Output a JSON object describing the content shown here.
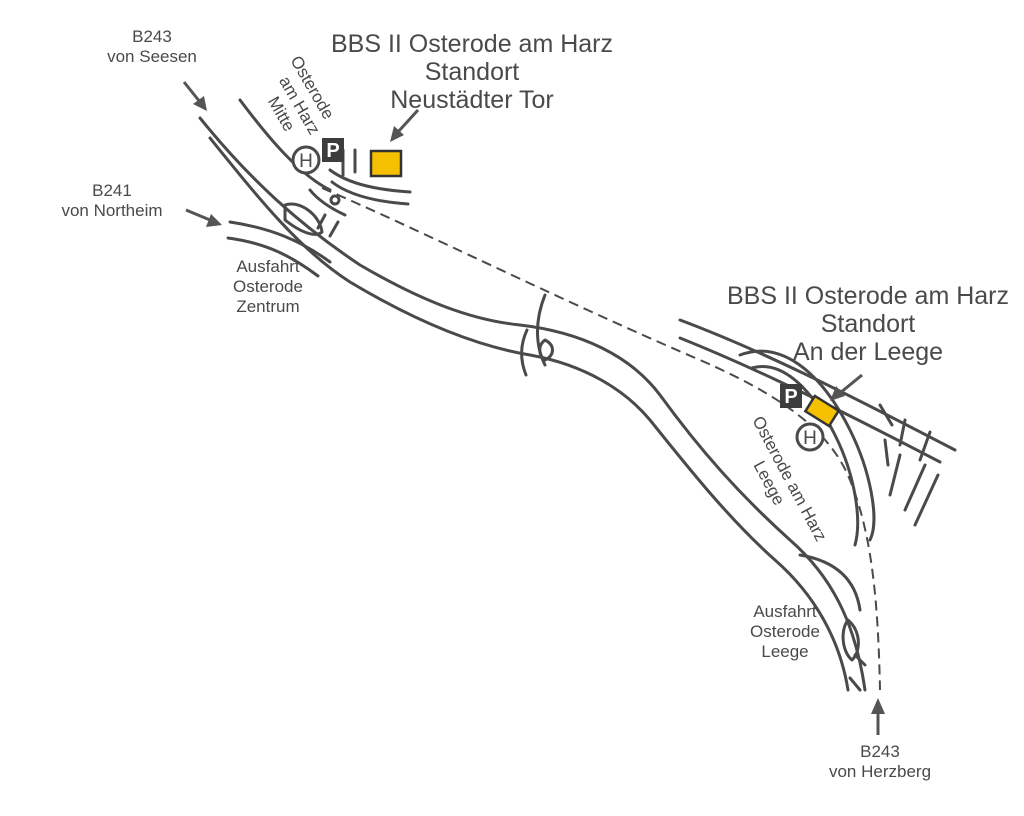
{
  "map": {
    "campus_neustadt": {
      "line1": "BBS II Osterode am Harz",
      "line2": "Standort",
      "line3": "Neustädter Tor"
    },
    "campus_leege": {
      "line1": "BBS II Osterode am Harz",
      "line2": "Standort",
      "line3": "An der Leege"
    },
    "road_b243_seesen": {
      "line1": "B243",
      "line2": "von Seesen"
    },
    "road_b241_northeim": {
      "line1": "B241",
      "line2": "von Northeim"
    },
    "road_b243_herzberg": {
      "line1": "B243",
      "line2": "von Herzberg"
    },
    "exit_zentrum": {
      "line1": "Ausfahrt",
      "line2": "Osterode",
      "line3": "Zentrum"
    },
    "exit_leege": {
      "line1": "Ausfahrt",
      "line2": "Osterode",
      "line3": "Leege"
    },
    "stop_mitte": {
      "line1": "Osterode",
      "line2": "am Harz",
      "line3": "Mitte"
    },
    "stop_leege": {
      "line1": "Osterode am Harz",
      "line2": "Leege"
    },
    "parking_symbol": "P",
    "bus_stop_symbol": "H",
    "colors": {
      "building": "#f5c000",
      "road": "#4a4a4a",
      "symbol": "#3d3d3d"
    }
  }
}
